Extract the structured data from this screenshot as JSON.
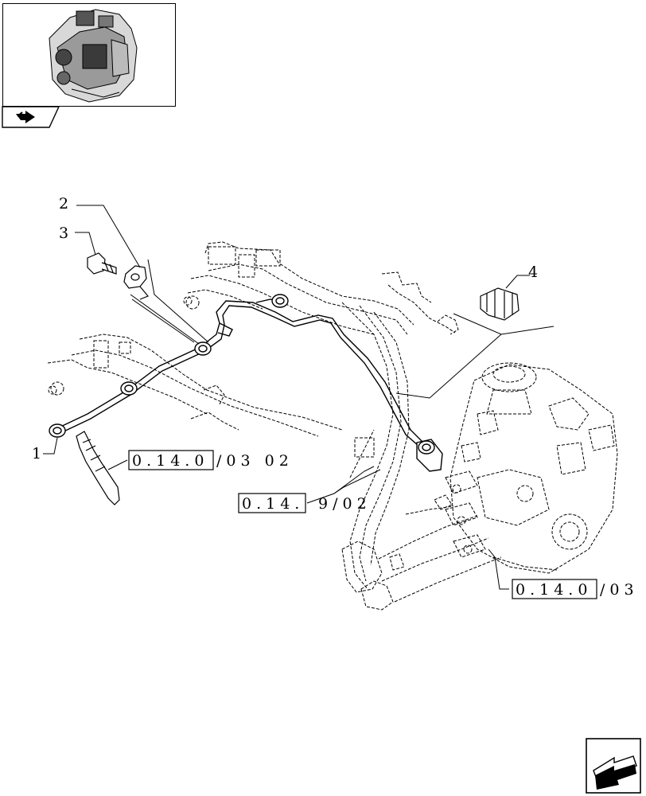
{
  "callouts": {
    "c1": "1",
    "c2": "2",
    "c3": "3",
    "c4": "4"
  },
  "references": {
    "ref_a_boxed": "0.14.0",
    "ref_a_rest": "/03 02",
    "ref_b_boxed": "0.14.",
    "ref_b_rest": "9/02",
    "ref_c_boxed": "0.14.0",
    "ref_c_rest": "/03"
  },
  "icons": {
    "thumbnail": "engine-thumbnail-icon",
    "back": "back-arrow-icon",
    "next": "next-page-arrow-icon"
  }
}
